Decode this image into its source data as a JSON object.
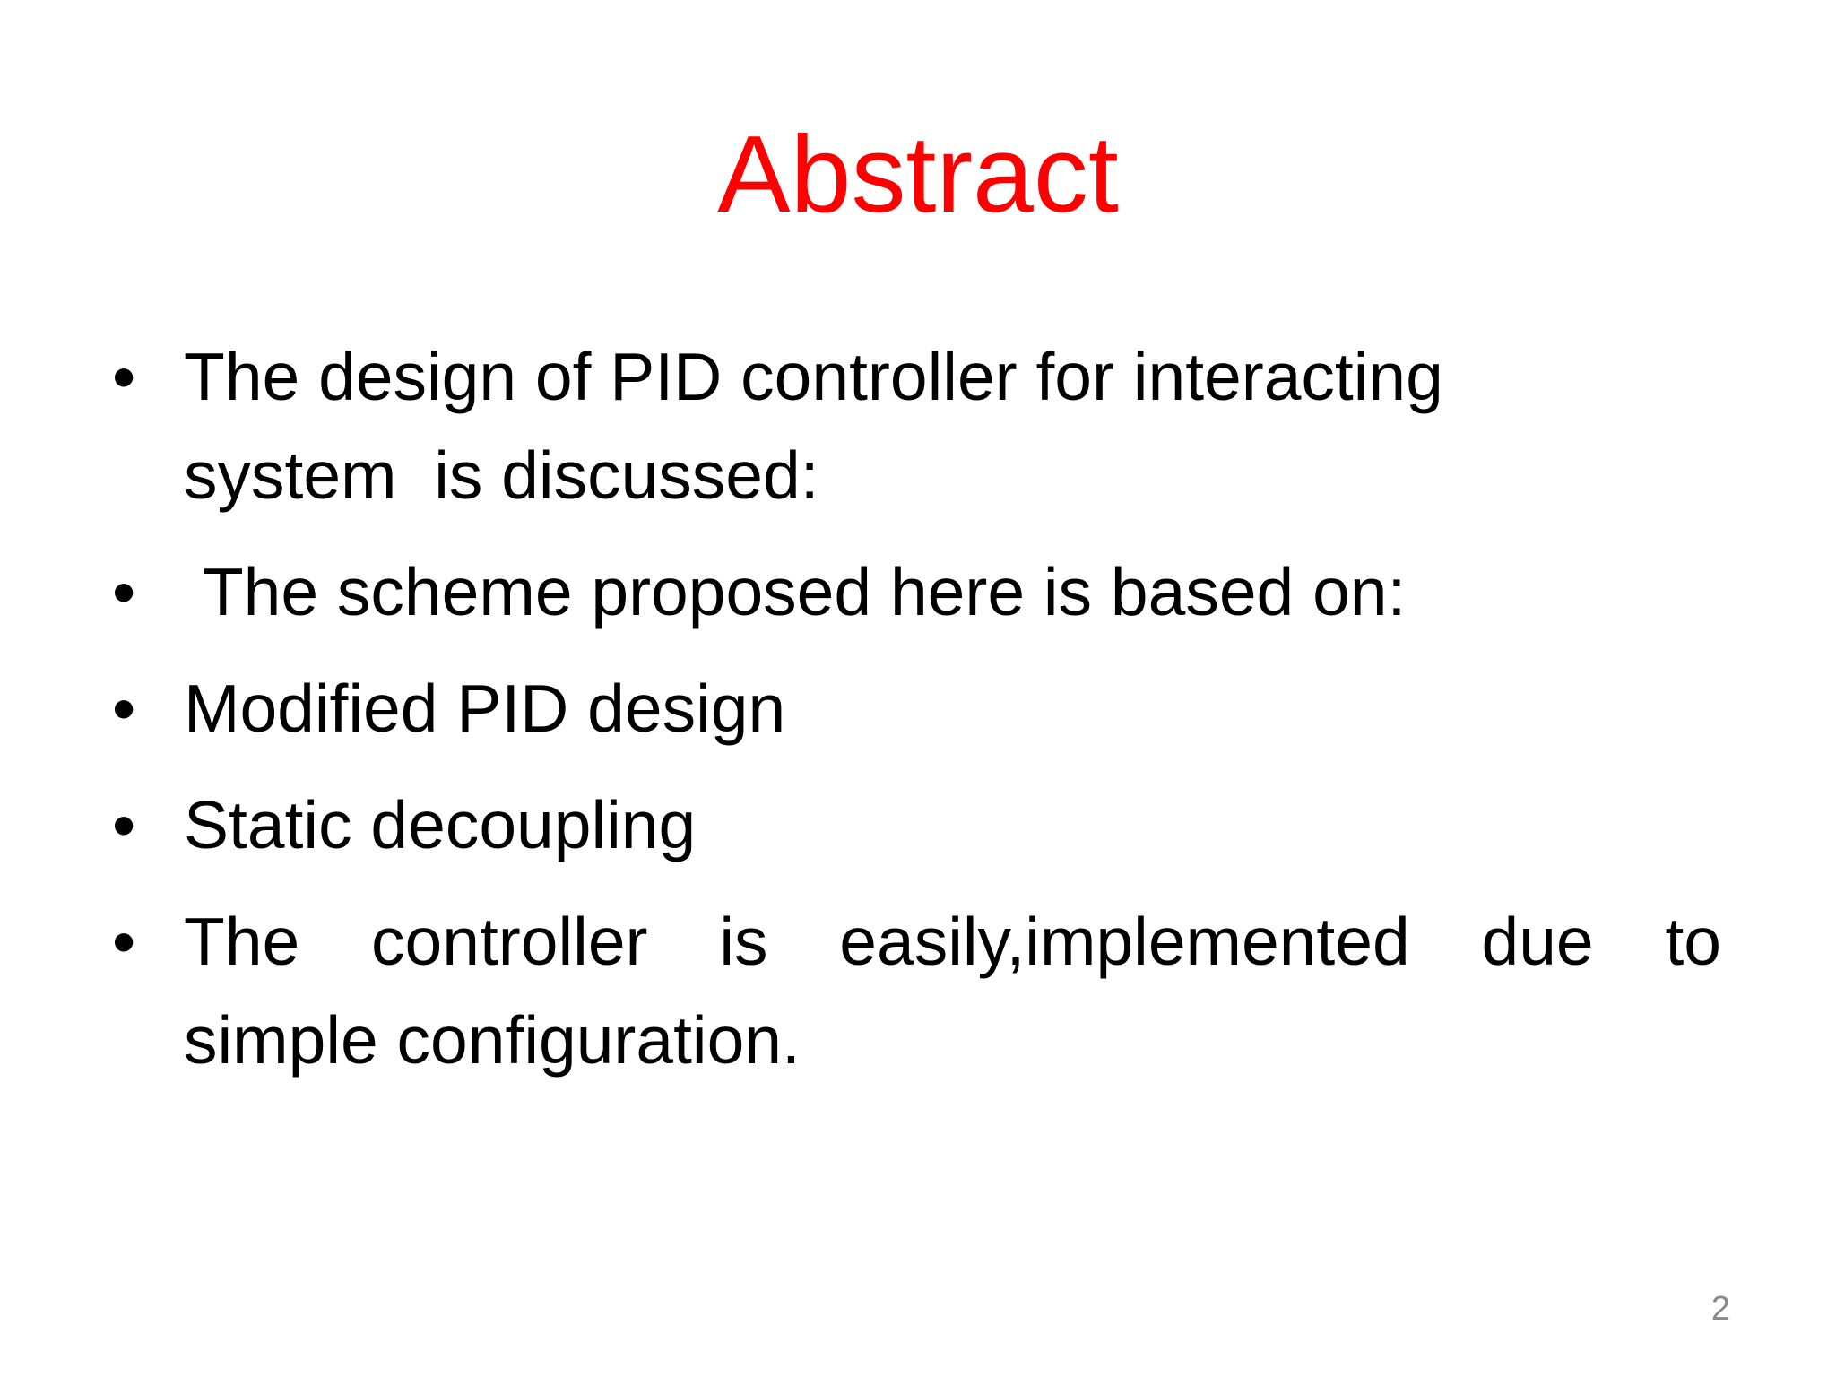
{
  "slide": {
    "title": "Abstract",
    "bullet_char": "•",
    "bullets": [
      {
        "lines": [
          "The design of PID controller for interacting",
          "system  is discussed:"
        ]
      },
      {
        "lines": [
          " The scheme proposed here is based on:"
        ]
      },
      {
        "lines": [
          "Modified PID design"
        ]
      },
      {
        "lines": [
          "Static decoupling"
        ]
      },
      {
        "lines": [
          "The controller is easily,implemented due to",
          "simple configuration."
        ]
      }
    ],
    "page_number": "2",
    "colors": {
      "background": "#FFFFFF",
      "title": "#FF0000",
      "body_text": "#000000",
      "page_number": "#898989"
    }
  }
}
